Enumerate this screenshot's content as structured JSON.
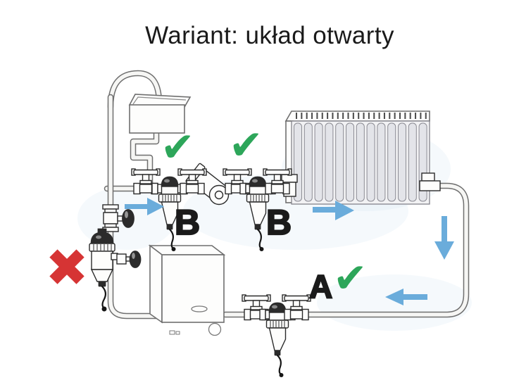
{
  "title": "Wariant: układ otwarty",
  "labels": {
    "supply_filter_1": "B",
    "supply_filter_2": "B",
    "return_filter": "A"
  },
  "marks": {
    "check_glyph": "✔",
    "cross_glyph": "✖",
    "flow_arrow_shape": "svg-triangle-arrow"
  },
  "colors": {
    "approve_green": "#2da65a",
    "reject_red": "#d63434",
    "flow_blue": "#6aacdb",
    "ink": "#1a1a1a",
    "line_gray": "#6f6f6f",
    "component_ink": "#2b2b2b",
    "pipe_fill": "#f6f6f4",
    "paper": "#ffffff"
  },
  "radiator": {
    "fins": 13
  }
}
